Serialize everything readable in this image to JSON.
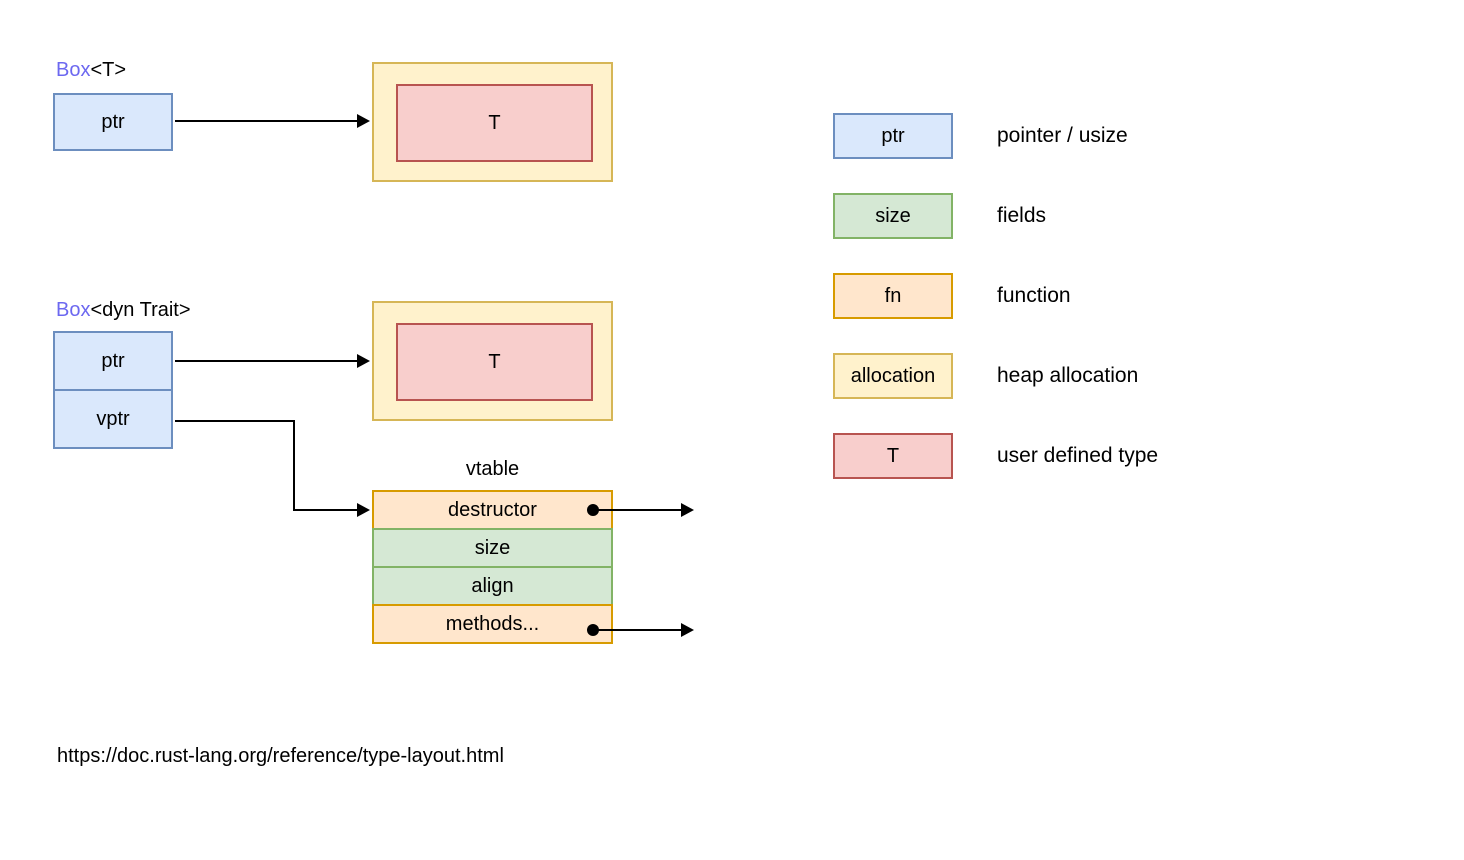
{
  "colors": {
    "pointer_fill": "#dae8fc",
    "pointer_stroke": "#6c8ebf",
    "fields_fill": "#d5e8d4",
    "fields_stroke": "#82b366",
    "function_fill": "#ffe6cc",
    "function_stroke": "#d79b00",
    "allocation_fill": "#fff2cc",
    "allocation_stroke": "#d6b656",
    "type_fill": "#f8cecc",
    "type_stroke": "#b85450",
    "box_accent": "#6c68f0"
  },
  "box_t": {
    "title_accent": "Box",
    "title_rest": "<T>",
    "ptr_label": "ptr",
    "type_label": "T"
  },
  "box_dyn": {
    "title_accent": "Box",
    "title_rest": "<dyn Trait>",
    "ptr_label": "ptr",
    "vptr_label": "vptr",
    "type_label": "T"
  },
  "vtable": {
    "title": "vtable",
    "rows": [
      {
        "label": "destructor",
        "kind": "function",
        "pointer_out": true
      },
      {
        "label": "size",
        "kind": "fields",
        "pointer_out": false
      },
      {
        "label": "align",
        "kind": "fields",
        "pointer_out": false
      },
      {
        "label": "methods...",
        "kind": "function",
        "pointer_out": true
      }
    ]
  },
  "legend": {
    "items": [
      {
        "swatch": "ptr",
        "kind": "pointer",
        "description": "pointer / usize"
      },
      {
        "swatch": "size",
        "kind": "fields",
        "description": "fields"
      },
      {
        "swatch": "fn",
        "kind": "function",
        "description": "function"
      },
      {
        "swatch": "allocation",
        "kind": "allocation",
        "description": "heap allocation"
      },
      {
        "swatch": "T",
        "kind": "type",
        "description": "user defined type"
      }
    ]
  },
  "footer": {
    "url": "https://doc.rust-lang.org/reference/type-layout.html"
  }
}
